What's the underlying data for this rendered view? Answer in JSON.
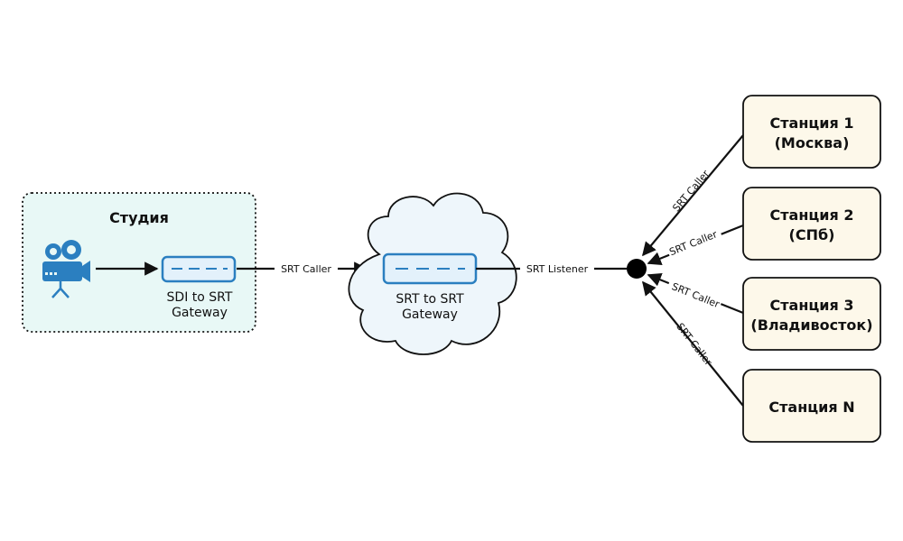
{
  "studio": {
    "title": "Студия",
    "gateway_line1": "SDI to SRT",
    "gateway_line2": "Gateway",
    "camera_icon": "video-camera-icon"
  },
  "cloud": {
    "gateway_line1": "SRT to SRT",
    "gateway_line2": "Gateway"
  },
  "edges": {
    "studio_to_cloud": "SRT Caller",
    "cloud_to_hub": "SRT Listener",
    "station1": "SRT Caller",
    "station2": "SRT Caller",
    "station3": "SRT Caller",
    "stationN": "SRT Caller"
  },
  "stations": [
    {
      "line1": "Станция 1",
      "line2": "(Москва)"
    },
    {
      "line1": "Станция 2",
      "line2": "(СПб)"
    },
    {
      "line1": "Станция 3",
      "line2": "(Владивосток)"
    },
    {
      "line1": "Станция N",
      "line2": ""
    }
  ],
  "colors": {
    "studio_fill": "#e8f8f6",
    "cloud_fill": "#eef6fb",
    "gateway_stroke": "#2b7fc0",
    "gateway_fill": "#e3f1fb",
    "camera": "#2b7fc0",
    "station_fill": "#fdf8ea",
    "line": "#111111"
  }
}
